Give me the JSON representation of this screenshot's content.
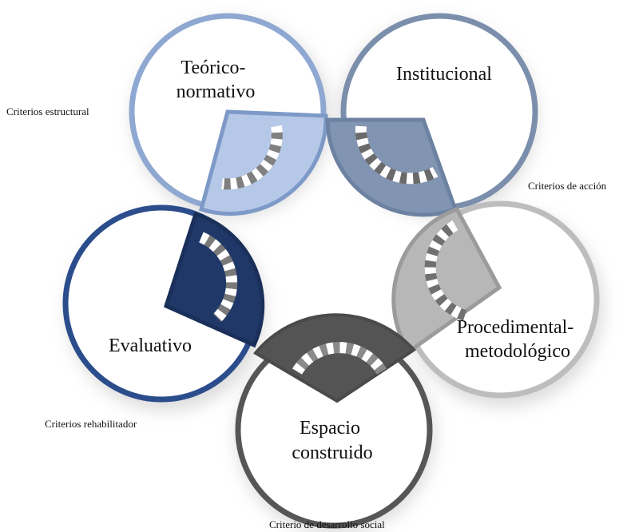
{
  "circles": [
    {
      "id": "teorico",
      "lines": [
        "Teórico-",
        "normativo"
      ],
      "ring_color": "#8fa8d2",
      "wedge_color": "#b6c8e8"
    },
    {
      "id": "institucional",
      "lines": [
        "Institucional"
      ],
      "ring_color": "#7b8fac",
      "wedge_color": "#8195b2"
    },
    {
      "id": "procedimental",
      "lines": [
        "Procedimental-",
        "metodológico"
      ],
      "ring_color": "#bdbdbd",
      "wedge_color": "#b7b7b7"
    },
    {
      "id": "espacio",
      "lines": [
        "Espacio",
        "construido"
      ],
      "ring_color": "#565656",
      "wedge_color": "#545454"
    },
    {
      "id": "evaluativo",
      "lines": [
        "Evaluativo"
      ],
      "ring_color": "#2b4d8c",
      "wedge_color": "#1f3868"
    }
  ],
  "criteria_labels": {
    "estructural": "Criterios estructural",
    "accion": "Criterios de acción",
    "rehabilitador": "Criterios rehabilitador",
    "desarrollo_social": "Criterio de desarrollo social"
  }
}
